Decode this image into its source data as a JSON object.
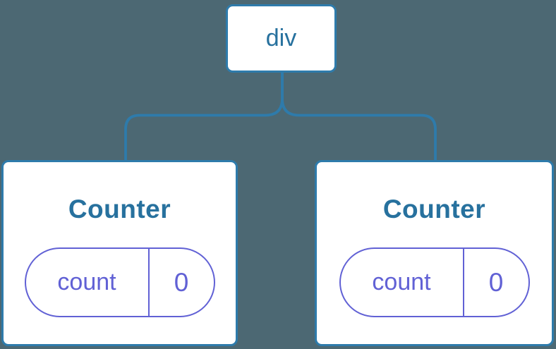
{
  "diagram": {
    "description": "React component tree diagram: a div parent node with two Counter children, each holding a count state of 0",
    "colors": {
      "background": "#4c6873",
      "node_fill": "#ffffff",
      "node_border": "#2e7bab",
      "node_text": "#27719e",
      "connector": "#2e7bab",
      "state_border": "#6161d5",
      "state_text": "#6161d5"
    },
    "tree": {
      "root": {
        "label": "div"
      },
      "children": [
        {
          "title": "Counter",
          "state": {
            "name": "count",
            "value": "0"
          }
        },
        {
          "title": "Counter",
          "state": {
            "name": "count",
            "value": "0"
          }
        }
      ]
    }
  }
}
